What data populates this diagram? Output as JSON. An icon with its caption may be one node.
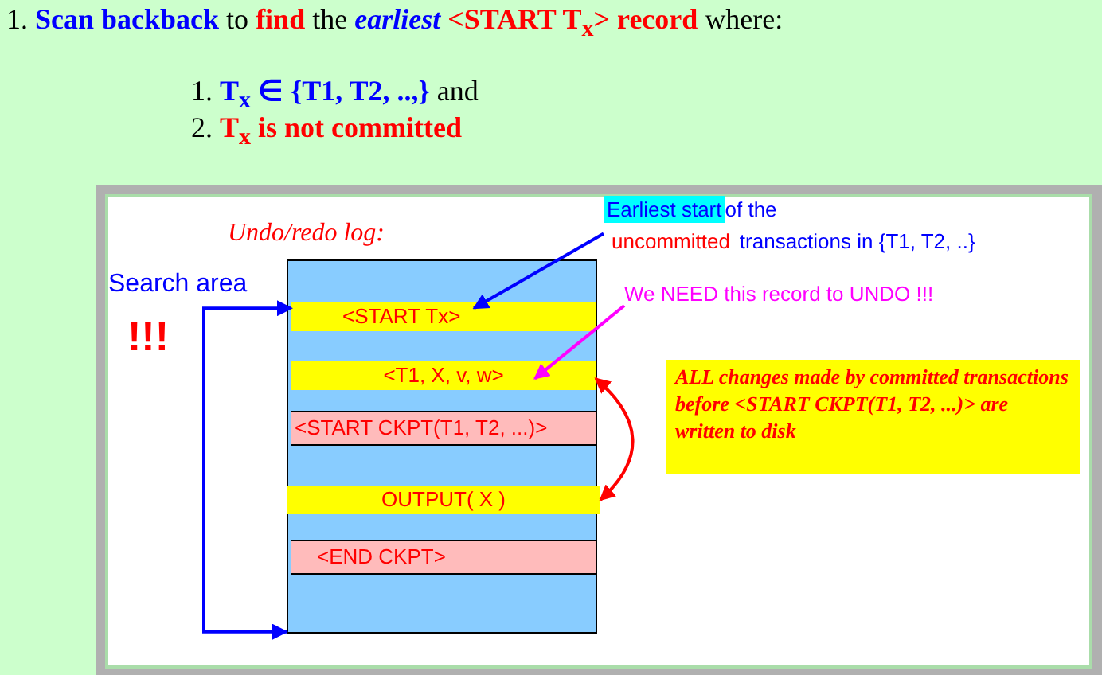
{
  "diagram": {
    "title": "1. **Scan backback** to **find** the *earliest* **<START T$_{x}$>** **record** where:",
    "nodes": [
      {
        "text": [
          "Undo/redo log:"
        ]
      },
      {
        "text": [
          "<START  Tx>"
        ],
        "in": 0
      },
      {
        "text": [
          "<T1, X, v, w>"
        ],
        "in": 0
      },
      {
        "text": [
          "<START  CKPT(T1, T2, ...)>"
        ],
        "in": 0
      },
      {
        "text": [
          "OUTPUT( X )"
        ],
        "in": 0
      },
      {
        "text": [
          "<END  CKPT>"
        ],
        "in": 0
      },
      {
        "text": [
          "Earliest start",
          "of the",
          "uncommitted",
          "transactions in {T1, T2, ..}"
        ]
      },
      {
        "text": [
          "We NEED this record to UNDO !!!"
        ]
      },
      {
        "text": [
          "ALL changes made by committed transactions before <START  CKPT(T1, T2, ...)> are written to disk"
        ]
      }
    ],
    "edges": [
      {
        "from": 6,
        "to": 1,
        "arrow": "to"
      },
      {
        "from": 7,
        "to": 2,
        "arrow": "to",
        "color": "#ff00ff"
      },
      {
        "from": 2,
        "to": 4,
        "arrow": "both",
        "color": "#ff0000"
      },
      {
        "from": null,
        "to": 1,
        "arrow": "to"
      },
      {
        "from": null,
        "to": 0,
        "arrow": "to"
      }
    ],
    "labels": [
      "Search area",
      "!!!",
      "1. **T$_{x}$ ∈ {T1, T2, ..,}** and",
      "2. **T$_{x}$ is not committed**"
    ]
  }
}
